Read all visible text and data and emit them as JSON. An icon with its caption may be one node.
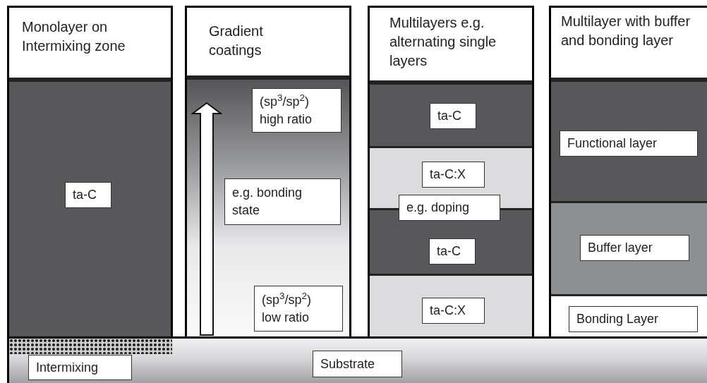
{
  "diagram": {
    "nodes": [
      {
        "text": [
          "Monolayer on Intermixing zone"
        ]
      },
      {
        "text": [],
        "shape": "bar",
        "in": 0
      },
      {
        "text": [
          "ta-C"
        ],
        "in": 1
      },
      {
        "text": [
          "Gradient coatings"
        ]
      },
      {
        "text": [],
        "shape": "bar",
        "in": 3
      },
      {
        "text": [
          "(sp$^{3}$/sp$^{2}$) high ratio"
        ],
        "in": 4
      },
      {
        "text": [
          "e.g. bonding state"
        ],
        "in": 4
      },
      {
        "text": [
          "(sp$^{3}$/sp$^{2}$) low ratio"
        ],
        "in": 4
      },
      {
        "text": [
          "Multilayers e.g. alternating single layers"
        ]
      },
      {
        "text": [],
        "shape": "bar",
        "in": 8
      },
      {
        "text": [
          "ta-C"
        ],
        "in": 9
      },
      {
        "text": [],
        "shape": "bar",
        "in": 8
      },
      {
        "text": [
          "ta-C:X"
        ],
        "in": 11
      },
      {
        "text": [
          "e.g. doping"
        ],
        "in": 8
      },
      {
        "text": [],
        "shape": "bar",
        "in": 8
      },
      {
        "text": [
          "ta-C"
        ],
        "in": 14
      },
      {
        "text": [],
        "shape": "bar",
        "in": 8
      },
      {
        "text": [
          "ta-C:X"
        ],
        "in": 16
      },
      {
        "text": [
          "Multilayer with buffer and bonding layer"
        ]
      },
      {
        "text": [],
        "shape": "bar",
        "in": 18
      },
      {
        "text": [
          "Functional layer"
        ],
        "in": 19
      },
      {
        "text": [],
        "shape": "bar",
        "in": 18
      },
      {
        "text": [
          "Buffer layer"
        ],
        "in": 21
      },
      {
        "text": [],
        "shape": "bar",
        "in": 18
      },
      {
        "text": [
          "Bonding Layer"
        ],
        "in": 23
      },
      {
        "text": [],
        "shape": "bar"
      },
      {
        "text": [],
        "shape": "bar",
        "in": 25
      },
      {
        "text": [
          "Intermixing"
        ],
        "in": 25
      },
      {
        "text": [
          "Substrate"
        ],
        "in": 25
      }
    ],
    "edges": []
  }
}
